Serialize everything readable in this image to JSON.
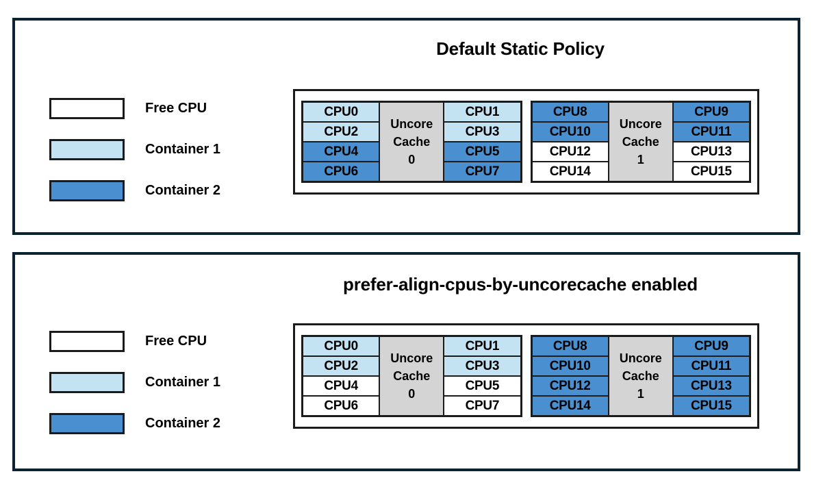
{
  "colors": {
    "free_cpu": "#ffffff",
    "container1": "#c3e2f2",
    "container2": "#4a90d0",
    "cache": "#d4d4d4",
    "border": "#1b1b1b",
    "panel_border": "#0b2230"
  },
  "legend": {
    "items": [
      {
        "label": "Free CPU",
        "fill": "free"
      },
      {
        "label": "Container 1",
        "fill": "c1"
      },
      {
        "label": "Container 2",
        "fill": "c2"
      }
    ]
  },
  "panels": [
    {
      "id": "default-static-policy",
      "title": "Default Static Policy",
      "groups": [
        {
          "cache_line1": "Uncore",
          "cache_line2": "Cache",
          "cache_index": "0",
          "left_column": [
            {
              "label": "CPU0",
              "fill": "c1"
            },
            {
              "label": "CPU2",
              "fill": "c1"
            },
            {
              "label": "CPU4",
              "fill": "c2"
            },
            {
              "label": "CPU6",
              "fill": "c2"
            }
          ],
          "right_column": [
            {
              "label": "CPU1",
              "fill": "c1"
            },
            {
              "label": "CPU3",
              "fill": "c1"
            },
            {
              "label": "CPU5",
              "fill": "c2"
            },
            {
              "label": "CPU7",
              "fill": "c2"
            }
          ]
        },
        {
          "cache_line1": "Uncore",
          "cache_line2": "Cache",
          "cache_index": "1",
          "left_column": [
            {
              "label": "CPU8",
              "fill": "c2"
            },
            {
              "label": "CPU10",
              "fill": "c2"
            },
            {
              "label": "CPU12",
              "fill": "free"
            },
            {
              "label": "CPU14",
              "fill": "free"
            }
          ],
          "right_column": [
            {
              "label": "CPU9",
              "fill": "c2"
            },
            {
              "label": "CPU11",
              "fill": "c2"
            },
            {
              "label": "CPU13",
              "fill": "free"
            },
            {
              "label": "CPU15",
              "fill": "free"
            }
          ]
        }
      ]
    },
    {
      "id": "prefer-align-cpus-by-uncorecache-enabled",
      "title": "prefer-align-cpus-by-uncorecache enabled",
      "groups": [
        {
          "cache_line1": "Uncore",
          "cache_line2": "Cache",
          "cache_index": "0",
          "left_column": [
            {
              "label": "CPU0",
              "fill": "c1"
            },
            {
              "label": "CPU2",
              "fill": "c1"
            },
            {
              "label": "CPU4",
              "fill": "free"
            },
            {
              "label": "CPU6",
              "fill": "free"
            }
          ],
          "right_column": [
            {
              "label": "CPU1",
              "fill": "c1"
            },
            {
              "label": "CPU3",
              "fill": "c1"
            },
            {
              "label": "CPU5",
              "fill": "free"
            },
            {
              "label": "CPU7",
              "fill": "free"
            }
          ]
        },
        {
          "cache_line1": "Uncore",
          "cache_line2": "Cache",
          "cache_index": "1",
          "left_column": [
            {
              "label": "CPU8",
              "fill": "c2"
            },
            {
              "label": "CPU10",
              "fill": "c2"
            },
            {
              "label": "CPU12",
              "fill": "c2"
            },
            {
              "label": "CPU14",
              "fill": "c2"
            }
          ],
          "right_column": [
            {
              "label": "CPU9",
              "fill": "c2"
            },
            {
              "label": "CPU11",
              "fill": "c2"
            },
            {
              "label": "CPU13",
              "fill": "c2"
            },
            {
              "label": "CPU15",
              "fill": "c2"
            }
          ]
        }
      ]
    }
  ]
}
